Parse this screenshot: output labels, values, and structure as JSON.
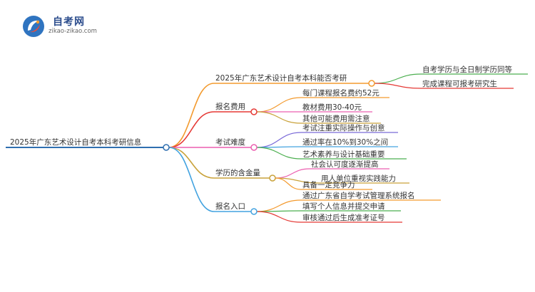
{
  "brand": {
    "name": "自考网",
    "url": "zikao-zikao.com"
  },
  "mindmap": {
    "root": "2025年广东艺术设计自考本科考研信息",
    "branches": [
      {
        "label": "2025年广东艺术设计自考本科能否考研",
        "color": "#f39a2e",
        "children": [
          {
            "label": "自考学历与全日制学历同等",
            "color": "#4caf50"
          },
          {
            "label": "完成课程可报考研究生",
            "color": "#e53935"
          }
        ]
      },
      {
        "label": "报名费用",
        "color": "#e53935",
        "children": [
          {
            "label": "每门课程报名费约52元",
            "color": "#f39a2e"
          },
          {
            "label": "教材费用30-40元",
            "color": "#ec5fb0"
          },
          {
            "label": "其他可能费用需注意",
            "color": "#c9a23a"
          }
        ]
      },
      {
        "label": "考试难度",
        "color": "#ec5fb0",
        "children": [
          {
            "label": "考试注重实际操作与创意",
            "color": "#7a6ad8"
          },
          {
            "label": "通过率在10%到30%之间",
            "color": "#43a3e0"
          },
          {
            "label": "艺术素养与设计基础重要",
            "color": "#4caf50"
          }
        ]
      },
      {
        "label": "学历的含金量",
        "color": "#c9a23a",
        "children": [
          {
            "label": "社会认可度逐渐提高",
            "color": "#ec5fb0"
          },
          {
            "label": "用人单位重视实践能力",
            "color": "#c9a23a"
          },
          {
            "label": "具备一定竞争力",
            "color": "#f39a2e"
          }
        ]
      },
      {
        "label": "报名入口",
        "color": "#43a3e0",
        "children": [
          {
            "label": "通过广东省自学考试管理系统报名",
            "color": "#f39a2e"
          },
          {
            "label": "填写个人信息并提交申请",
            "color": "#4caf50"
          },
          {
            "label": "审核通过后生成准考证号",
            "color": "#e53935"
          }
        ]
      }
    ]
  }
}
